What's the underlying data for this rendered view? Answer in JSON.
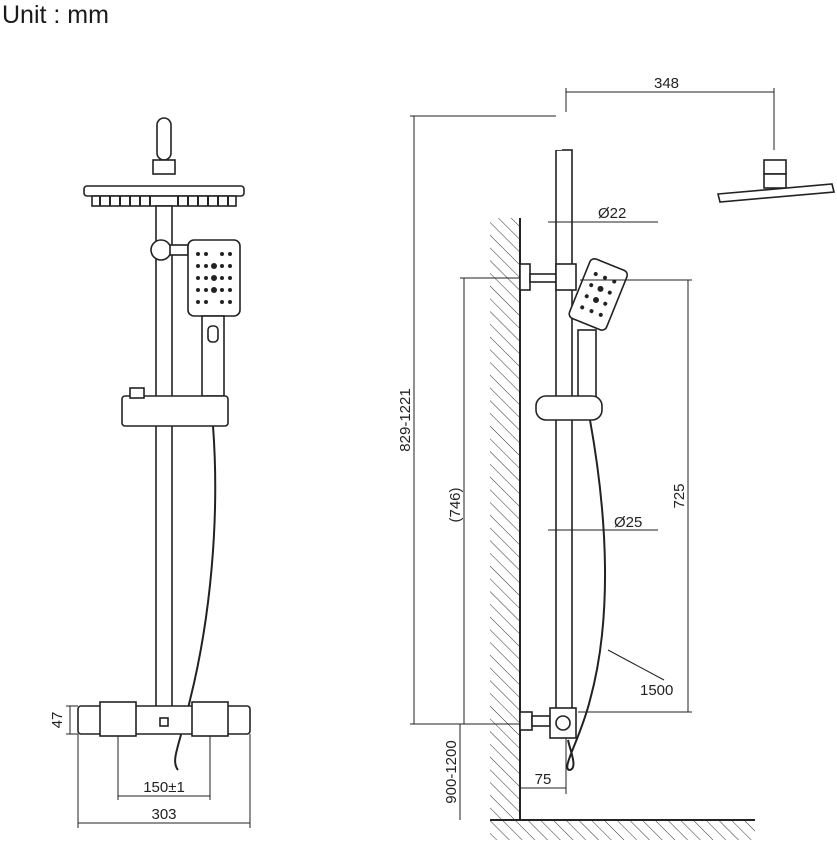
{
  "unit_label": "Unit : mm",
  "dims": {
    "top_width": "348",
    "pipe_dia_top": "Ø22",
    "total_height": "829-1221",
    "rail_length": "(746)",
    "handset_height": "725",
    "pipe_dia_bottom": "Ø25",
    "hose_length": "1500",
    "valve_height": "47",
    "center_spacing": "150±1",
    "valve_width": "303",
    "install_height": "900-1200",
    "wall_offset": "75"
  }
}
